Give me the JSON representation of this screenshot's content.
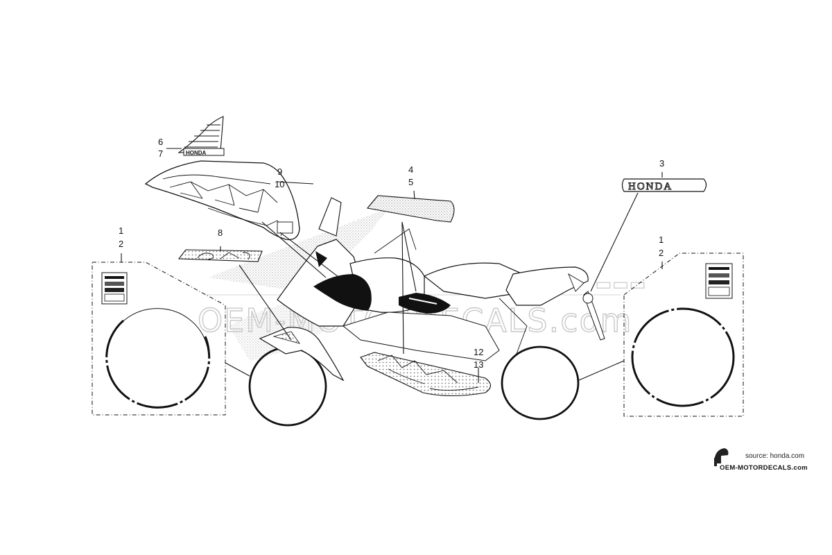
{
  "callouts": {
    "c6": "6",
    "c7": "7",
    "c9": "9",
    "c10": "10",
    "c4": "4",
    "c5": "5",
    "c3": "3",
    "c8": "8",
    "c1_left": "1",
    "c2_left": "2",
    "c1_right": "1",
    "c2_right": "2",
    "c12": "12",
    "c13": "13"
  },
  "decal_text": {
    "honda_emblem": "HONDA"
  },
  "watermark": {
    "text": "OEM-MOTORDECALS.com"
  },
  "footer": {
    "source": "source: honda.com",
    "logo": "OEM-MOTORDECALS.com"
  },
  "icons": [
    "helmet-logo-icon"
  ],
  "colors": {
    "line": "#111111",
    "watermark": "#c8c8c8",
    "background": "#ffffff"
  }
}
